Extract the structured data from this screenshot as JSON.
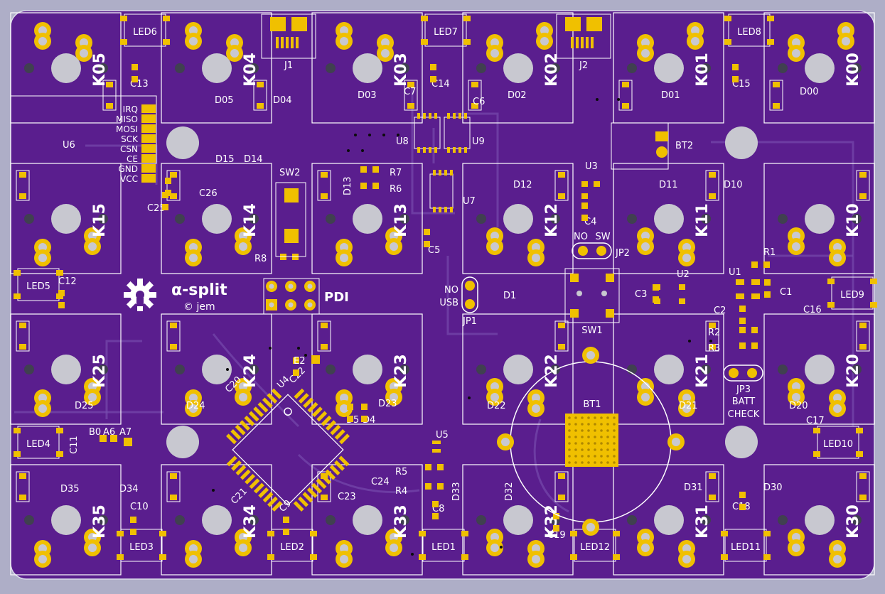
{
  "colors": {
    "background": "#aeaec7",
    "board": "#5a1e8e",
    "copper": "#f0c000",
    "silk": "#ffffff",
    "trace": "#7a50b0",
    "hole": "#c8c8d0",
    "drill": "#404050"
  },
  "board": {
    "logo_title": "α-split",
    "logo_sub": "© jem",
    "logo_icon": "gear-icon",
    "pdi_label": "PDI"
  },
  "keys": [
    {
      "label": "K05"
    },
    {
      "label": "K04"
    },
    {
      "label": "K03"
    },
    {
      "label": "K02"
    },
    {
      "label": "K01"
    },
    {
      "label": "K00"
    },
    {
      "label": "K15"
    },
    {
      "label": "K14"
    },
    {
      "label": "K13"
    },
    {
      "label": "K12"
    },
    {
      "label": "K11"
    },
    {
      "label": "K10"
    },
    {
      "label": "K25"
    },
    {
      "label": "K24"
    },
    {
      "label": "K23"
    },
    {
      "label": "K22"
    },
    {
      "label": "K21"
    },
    {
      "label": "K20"
    },
    {
      "label": "K35"
    },
    {
      "label": "K34"
    },
    {
      "label": "K33"
    },
    {
      "label": "K32"
    },
    {
      "label": "K31"
    },
    {
      "label": "K30"
    }
  ],
  "leds": [
    "LED6",
    "LED7",
    "LED8",
    "LED5",
    "LED9",
    "LED4",
    "LED10",
    "LED3",
    "LED2",
    "LED1",
    "LED12",
    "LED11"
  ],
  "diodes": [
    "D05",
    "D04",
    "D03",
    "D02",
    "D01",
    "D00",
    "D15",
    "D14",
    "D13",
    "D12",
    "D11",
    "D10",
    "D25",
    "D24",
    "D23",
    "D22",
    "D21",
    "D20",
    "D35",
    "D34",
    "D33",
    "D32",
    "D31",
    "D30",
    "D1",
    "D5",
    "D4"
  ],
  "capacitors": [
    "C13",
    "C7",
    "C14",
    "C6",
    "C15",
    "C26",
    "C25",
    "C5",
    "C4",
    "C12",
    "C3",
    "C1",
    "C2",
    "C16",
    "C20",
    "C22",
    "C11",
    "C17",
    "C21",
    "C24",
    "C23",
    "C10",
    "C9",
    "C8",
    "C18",
    "C19"
  ],
  "resistors": [
    "R7",
    "R6",
    "R8",
    "R1",
    "R2",
    "R3",
    "R5",
    "R4"
  ],
  "chips": [
    "U6",
    "U8",
    "U9",
    "U7",
    "U3",
    "U2",
    "U1",
    "U4",
    "U5"
  ],
  "connectors": [
    "J1",
    "J2"
  ],
  "switches": [
    "SW2",
    "SW1"
  ],
  "batteries": [
    "BT1",
    "BT2"
  ],
  "jumpers": [
    "JP2",
    "JP1",
    "JP3"
  ],
  "misc_labels": [
    "E2",
    "B0",
    "A6",
    "A7"
  ],
  "u6_pins": [
    "IRQ",
    "MISO",
    "MOSI",
    "SCK",
    "CSN",
    "CE",
    "GND",
    "VCC"
  ],
  "jp2_labels": [
    "NO",
    "SW"
  ],
  "jp1_labels": [
    "NO",
    "USB"
  ],
  "jp3_labels": [
    "BATT",
    "CHECK"
  ]
}
